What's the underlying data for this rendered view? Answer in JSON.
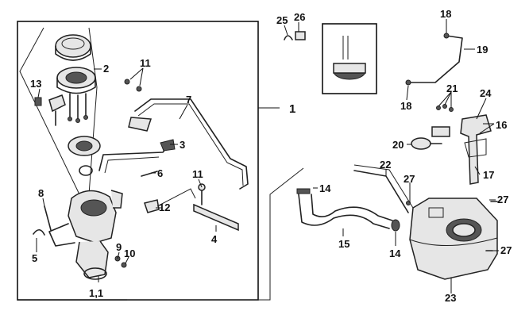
{
  "callouts": [
    {
      "id": "c1",
      "text": "1"
    },
    {
      "id": "c1_1",
      "text": "1,1"
    },
    {
      "id": "c2",
      "text": "2"
    },
    {
      "id": "c3",
      "text": "3"
    },
    {
      "id": "c4",
      "text": "4"
    },
    {
      "id": "c5",
      "text": "5"
    },
    {
      "id": "c6",
      "text": "6"
    },
    {
      "id": "c7",
      "text": "7"
    },
    {
      "id": "c8",
      "text": "8"
    },
    {
      "id": "c9",
      "text": "9"
    },
    {
      "id": "c10",
      "text": "10"
    },
    {
      "id": "c11a",
      "text": "11"
    },
    {
      "id": "c11b",
      "text": "11"
    },
    {
      "id": "c12",
      "text": "12"
    },
    {
      "id": "c13",
      "text": "13"
    },
    {
      "id": "c14a",
      "text": "14"
    },
    {
      "id": "c14b",
      "text": "14"
    },
    {
      "id": "c15",
      "text": "15"
    },
    {
      "id": "c16",
      "text": "16"
    },
    {
      "id": "c17",
      "text": "17"
    },
    {
      "id": "c18a",
      "text": "18"
    },
    {
      "id": "c18b",
      "text": "18"
    },
    {
      "id": "c19",
      "text": "19"
    },
    {
      "id": "c20",
      "text": "20"
    },
    {
      "id": "c21",
      "text": "21"
    },
    {
      "id": "c22",
      "text": "22"
    },
    {
      "id": "c23",
      "text": "23"
    },
    {
      "id": "c24",
      "text": "24"
    },
    {
      "id": "c25",
      "text": "25"
    },
    {
      "id": "c26",
      "text": "26"
    },
    {
      "id": "c27a",
      "text": "27"
    },
    {
      "id": "c27b",
      "text": "27"
    },
    {
      "id": "c27c",
      "text": "27"
    }
  ]
}
